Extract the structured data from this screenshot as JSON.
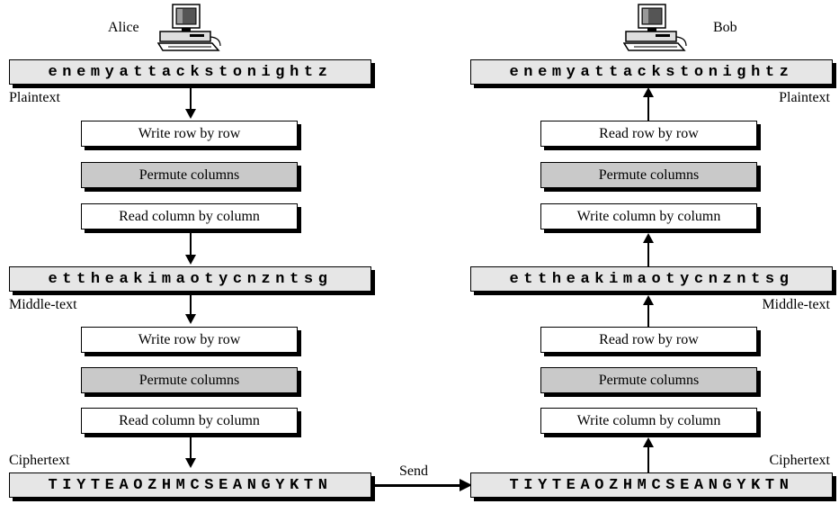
{
  "sender": {
    "name": "Alice",
    "plaintext": "enemyattackstonightz",
    "plaintext_label": "Plaintext",
    "round1": [
      "Write row by row",
      "Permute columns",
      "Read column by column"
    ],
    "middletext": "ettheakimaotycnzntsg",
    "middletext_label": "Middle-text",
    "round2": [
      "Write row by row",
      "Permute columns",
      "Read column by column"
    ],
    "ciphertext_label": "Ciphertext",
    "ciphertext": "TIYTEAOZHMCSEANGYKTN"
  },
  "channel": {
    "label": "Send"
  },
  "receiver": {
    "name": "Bob",
    "plaintext": "enemyattackstonightz",
    "plaintext_label": "Plaintext",
    "round1": [
      "Read row by row",
      "Permute columns",
      "Write column by column"
    ],
    "middletext": "ettheakimaotycnzntsg",
    "middletext_label": "Middle-text",
    "round2": [
      "Read row by row",
      "Permute columns",
      "Write column by column"
    ],
    "ciphertext_label": "Ciphertext",
    "ciphertext": "TIYTEAOZHMCSEANGYKTN"
  },
  "icons": {
    "computer": "desktop-computer-icon"
  }
}
